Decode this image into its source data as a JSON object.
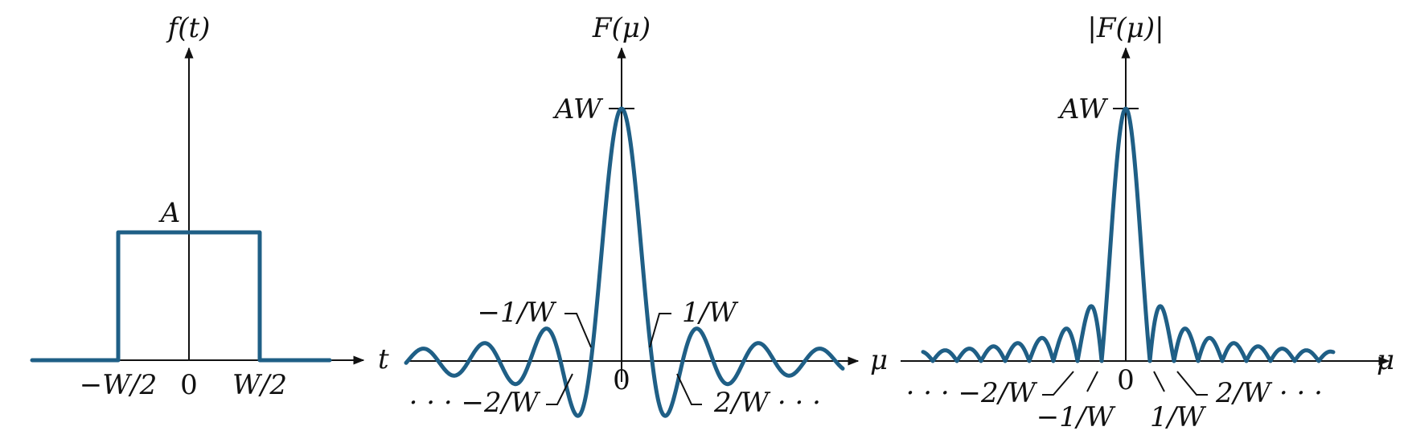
{
  "colors": {
    "curve": "#1f5f86",
    "axis": "#111111"
  },
  "panel_1": {
    "y_label": "f(t)",
    "x_label": "t",
    "height_label": "A",
    "tick_left": "−W/2",
    "tick_zero": "0",
    "tick_right": "W/2"
  },
  "panel_2": {
    "y_label": "F(μ)",
    "x_label": "μ",
    "peak_label": "AW",
    "zero_label": "0",
    "label_neg1": "−1/W",
    "label_pos1": "1/W",
    "label_neg2": "· · · −2/W",
    "label_pos2": "2/W · · ·"
  },
  "panel_3": {
    "y_label": "|F(μ)|",
    "x_label": "μ",
    "peak_label": "AW",
    "zero_label": "0",
    "label_neg1": "−1/W",
    "label_pos1": "1/W",
    "label_neg2": "· · · −2/W",
    "label_pos2": "2/W · · ·"
  }
}
